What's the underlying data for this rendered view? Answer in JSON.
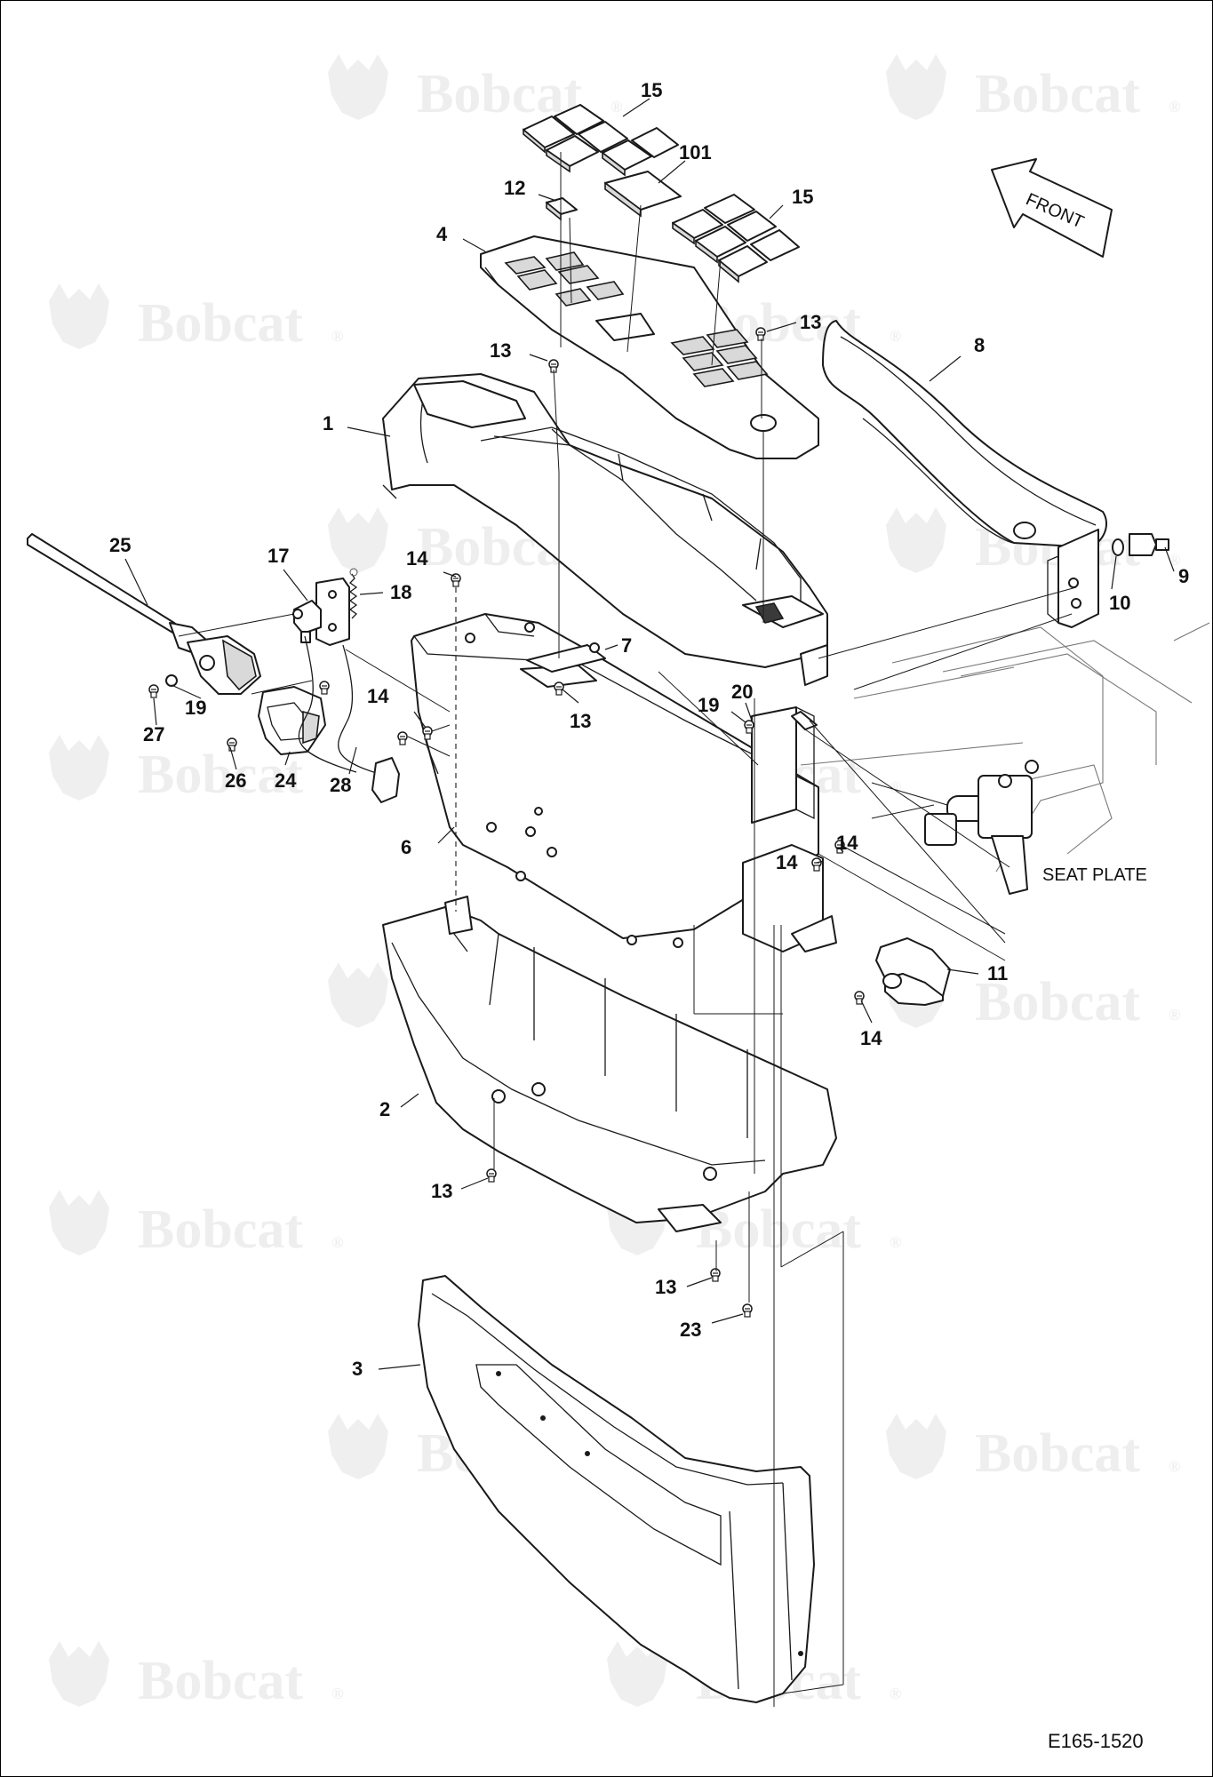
{
  "watermark": {
    "text": "Bobcat",
    "mark": "®"
  },
  "labels": {
    "front": "FRONT",
    "seat_plate": "SEAT PLATE",
    "drawing_number": "E165-1520"
  },
  "callouts": [
    "15",
    "101",
    "12",
    "15",
    "4",
    "13",
    "13",
    "8",
    "1",
    "25",
    "17",
    "18",
    "14",
    "7",
    "9",
    "10",
    "14",
    "13",
    "19",
    "20",
    "27",
    "19",
    "26",
    "24",
    "28",
    "6",
    "14",
    "14",
    "11",
    "14",
    "2",
    "13",
    "13",
    "23",
    "3"
  ],
  "icons": [
    "bobcat-logo-icon",
    "front-arrow-icon",
    "bolt-icon",
    "washer-icon",
    "screw-icon"
  ]
}
